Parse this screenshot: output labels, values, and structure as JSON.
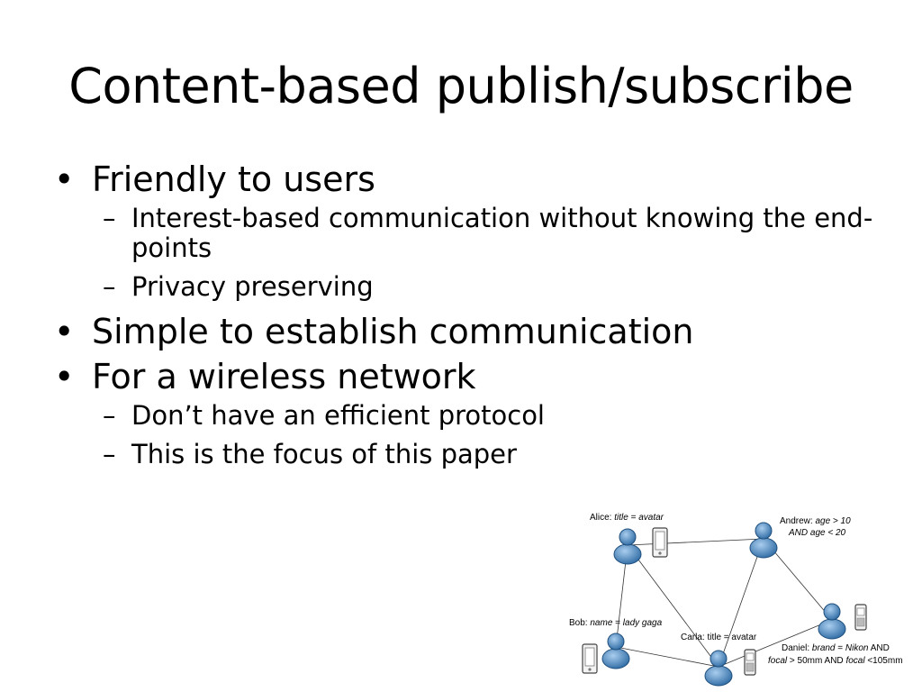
{
  "slide": {
    "title": "Content-based publish/subscribe",
    "bullet_mark": "•",
    "dash_mark": "–",
    "bullets": [
      {
        "text": "Friendly to users",
        "subs": [
          "Interest-based communication without knowing the end-points",
          "Privacy preserving"
        ]
      },
      {
        "text": "Simple to establish communication",
        "subs": []
      },
      {
        "text": "For a wireless network",
        "subs": [
          "Don’t have an efficient protocol",
          "This is the focus of this paper"
        ]
      }
    ]
  },
  "diagram": {
    "icons": [
      "person-icon",
      "tablet-icon",
      "phone-icon"
    ],
    "person_color": "#4a86c0",
    "nodes": {
      "alice": {
        "name": "Alice:",
        "attr": "title",
        "op": " = ",
        "val": "avatar"
      },
      "andrew": {
        "name": "Andrew:",
        "line1_attr": "age",
        "line1_rest": " > 10",
        "line2": "AND age < 20"
      },
      "bob": {
        "name": "Bob:",
        "attr": "name",
        "op": " = ",
        "val": "lady gaga"
      },
      "carla": {
        "label": "Carla: title = avatar"
      },
      "daniel": {
        "name": "Daniel:",
        "attr1": "brand",
        "op1": " = ",
        "val1": "Nikon",
        "and1": " AND",
        "attr2": "focal",
        "rest2": " > 50mm AND ",
        "attr3": "focal",
        "rest3": " <105mm"
      }
    }
  }
}
